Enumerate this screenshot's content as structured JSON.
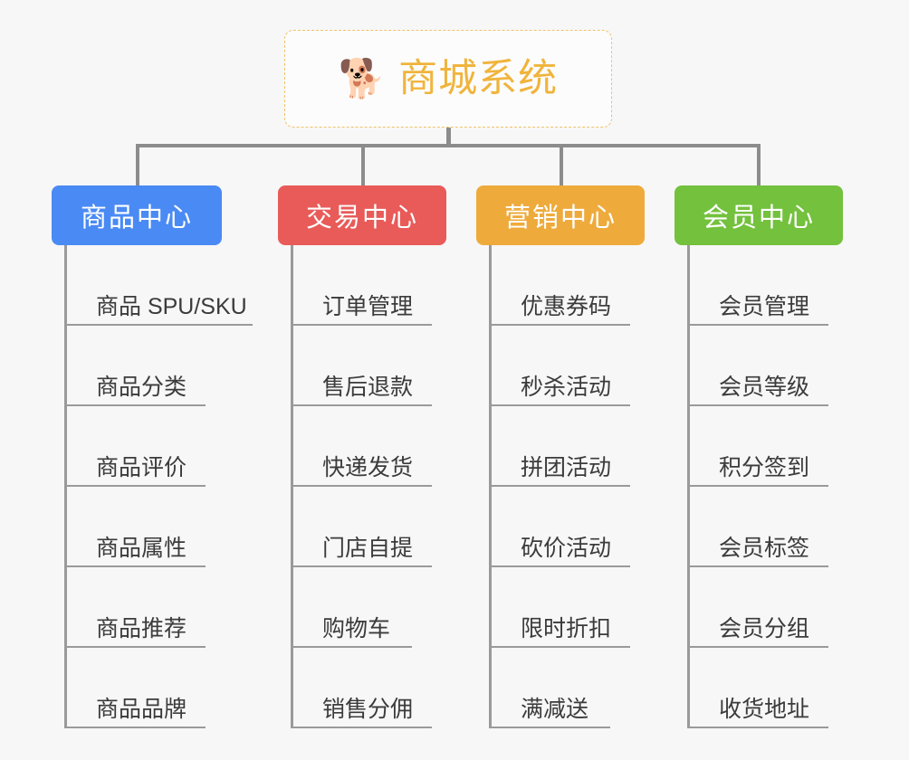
{
  "diagram": {
    "title": "商城系统",
    "root": {
      "icon": "shiba-dog-face-icon",
      "emoji": "🐕",
      "label": "商城系统",
      "text_color": "#f0b43c",
      "border_color": "#f0c36a",
      "background": "#fcfcfc"
    },
    "canvas_background": "#f7f7f7",
    "connector_color": "#8c8c8c",
    "columns": [
      {
        "id": "product-center",
        "label": "商品中心",
        "color": "#4a8af4",
        "items": [
          "商品 SPU/SKU",
          "商品分类",
          "商品评价",
          "商品属性",
          "商品推荐",
          "商品品牌"
        ]
      },
      {
        "id": "trade-center",
        "label": "交易中心",
        "color": "#e85b59",
        "items": [
          "订单管理",
          "售后退款",
          "快递发货",
          "门店自提",
          "购物车",
          "销售分佣"
        ]
      },
      {
        "id": "marketing-center",
        "label": "营销中心",
        "color": "#eeab3c",
        "items": [
          "优惠券码",
          "秒杀活动",
          "拼团活动",
          "砍价活动",
          "限时折扣",
          "满减送"
        ]
      },
      {
        "id": "member-center",
        "label": "会员中心",
        "color": "#73c13d",
        "items": [
          "会员管理",
          "会员等级",
          "积分签到",
          "会员标签",
          "会员分组",
          "收货地址"
        ]
      }
    ]
  }
}
